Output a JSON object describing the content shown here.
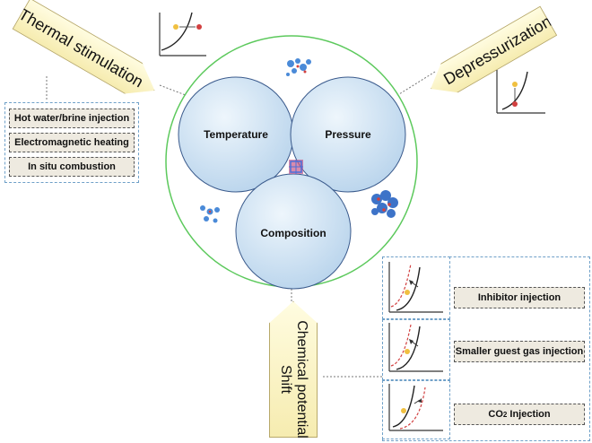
{
  "center": {
    "circles": [
      "Temperature",
      "Pressure",
      "Composition"
    ]
  },
  "thermal": {
    "label": "Thermal stimulation",
    "methods": [
      "Hot water/brine injection",
      "Electromagnetic heating",
      "In situ combustion"
    ]
  },
  "depressurization": {
    "label": "Depressurization"
  },
  "chemical": {
    "label_line1": "Chemical potential",
    "label_line2": "Shift",
    "methods": {
      "inhibitor": "Inhibitor injection",
      "smaller_guest": "Smaller guest gas injection",
      "co2_prefix": "CO",
      "co2_sub": "2",
      "co2_suffix": " Injection"
    }
  },
  "colors": {
    "outer_ring": "#5cc95c",
    "circle_fill": "#cfe3f4",
    "circle_stroke": "#3a5a8c",
    "arrow_fill": "#f8efbd",
    "dash_border": "#6fa0c8"
  }
}
